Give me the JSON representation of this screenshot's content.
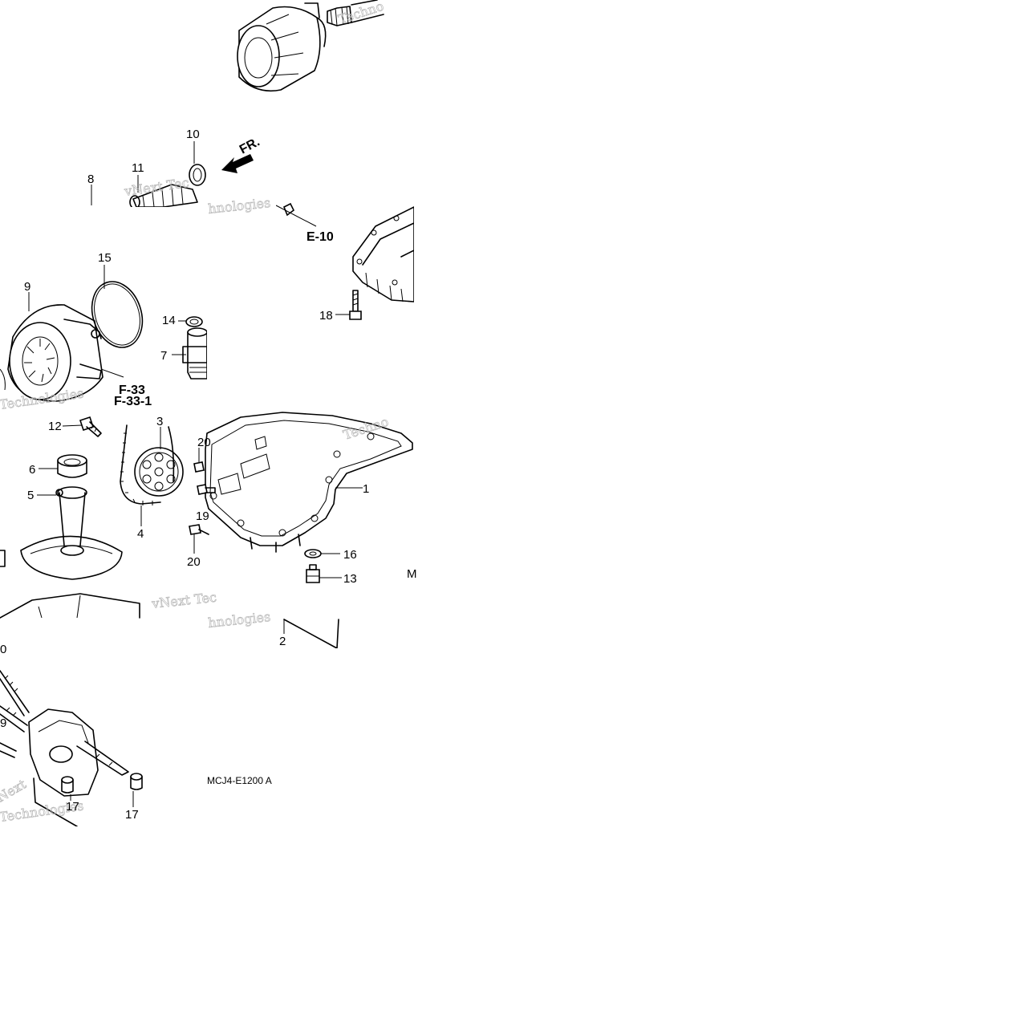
{
  "diagram": {
    "drawing_code": "MCJ4-E1200 A",
    "direction_label": "FR.",
    "cross_refs": [
      "E-10",
      "F-33",
      "F-33-1"
    ],
    "callouts": [
      "1",
      "2",
      "3",
      "4",
      "5",
      "6",
      "7",
      "8",
      "9",
      "10",
      "11",
      "12",
      "13",
      "14",
      "15",
      "16",
      "17",
      "17",
      "18",
      "19",
      "20",
      "20",
      "0",
      "9",
      "M"
    ],
    "watermark": [
      "Techno",
      "vNext Tec",
      "hnologies",
      "Technologies",
      "Techno",
      "vNext Tec",
      "hnologies",
      "Next",
      "Technologies"
    ],
    "colors": {
      "line": "#000000",
      "background": "#ffffff",
      "watermark": "#b8b8b8"
    }
  }
}
